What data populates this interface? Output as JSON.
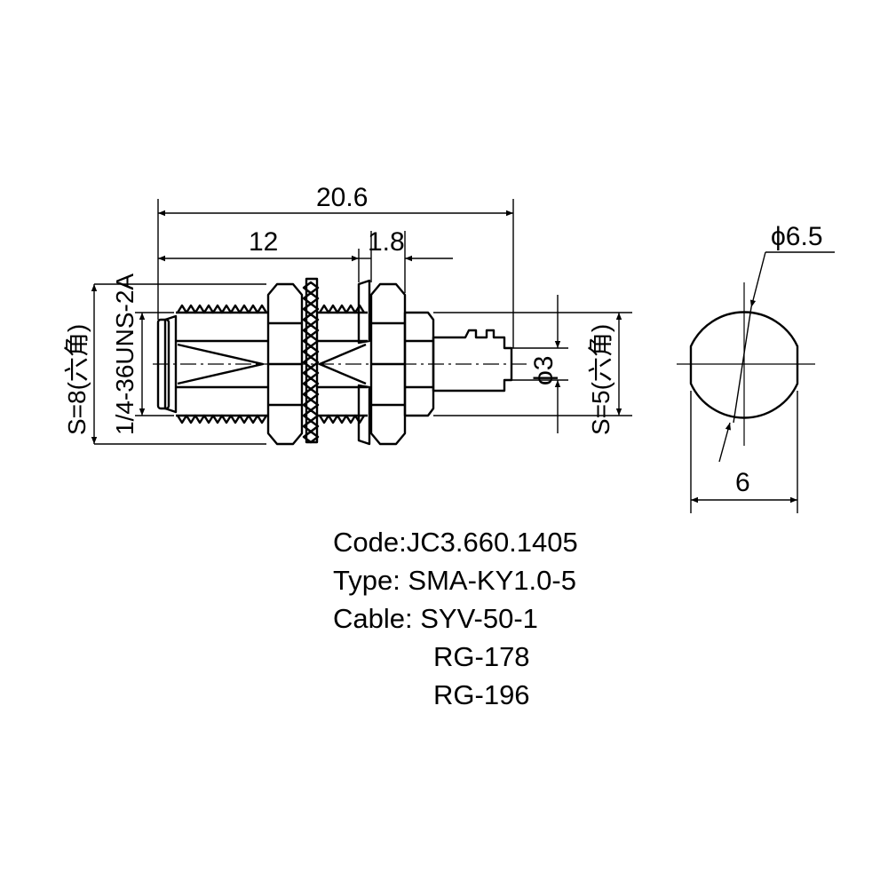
{
  "dimensions": {
    "overall_length": "20.6",
    "thread_length": "12",
    "washer_length": "1.8",
    "pin_diameter": "ϕ3",
    "face_diameter": "ϕ6.5",
    "flat_width": "6",
    "hex_front": "S=8(六角)",
    "thread_spec": "1/4-36UNS-2A",
    "hex_rear": "S=5(六角)"
  },
  "specs": {
    "code": "Code:JC3.660.1405",
    "type": "Type: SMA-KY1.0-5",
    "cable_1": "Cable: SYV-50-1",
    "cable_2": "RG-178",
    "cable_3": "RG-196"
  }
}
